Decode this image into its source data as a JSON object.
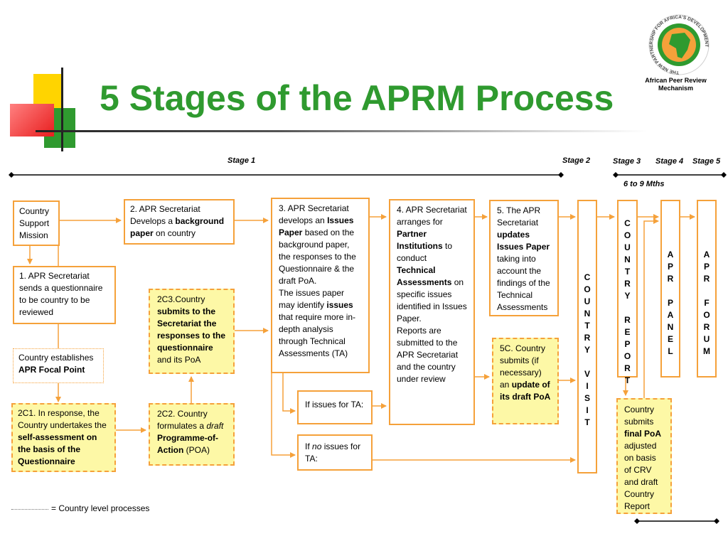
{
  "slide": {
    "title": "5 Stages of the APRM Process",
    "logo": {
      "ring_text": "THE NEW PARTNERSHIP FOR AFRICA'S DEVELOPMENT",
      "caption_line1": "African Peer Review",
      "caption_line2": "Mechanism",
      "accent_green": "#2f9a2f",
      "accent_orange": "#f5a13a"
    },
    "stages": {
      "stage1": "Stage 1",
      "stage2": "Stage 2",
      "stage3": "Stage 3",
      "stage4": "Stage 4",
      "stage5": "Stage 5",
      "duration": "6 to 9 Mths"
    },
    "boxes": {
      "country_support": "Country Support Mission",
      "step1": "1.    APR Secretariat sends a questionnaire to be country to be reviewed",
      "focal_point_a": "Country establishes ",
      "focal_point_b": "APR Focal Point",
      "step2c1_a": "2C1.   In response, the Country undertakes the ",
      "step2c1_b": "self-assessment on the basis of the Questionnaire",
      "step2_a": "2.     APR Secretariat Develops a ",
      "step2_b": "background paper",
      "step2_c": " on country",
      "step2c3_a": "2C3.Country ",
      "step2c3_b": "submits to the Secretariat the responses to the questionnaire",
      "step2c3_c": " and its PoA",
      "step2c2_a": "2C2. Country formulates a ",
      "step2c2_b": "draft",
      "step2c2_c": "Programme-of-Action",
      "step2c2_d": " (POA)",
      "step3_a": "3. APR Secretariat develops an ",
      "step3_b": "Issues Paper",
      "step3_c": " based on the background paper, the responses to the Questionnaire & the draft PoA.",
      "step3_d": "The issues paper may identify ",
      "step3_e": "issues",
      "step3_f": " that require more in-depth analysis through Technical Assessments (TA)",
      "ta_yes": "If issues for TA:",
      "ta_no_a": "If ",
      "ta_no_b": "no",
      "ta_no_c": " issues for TA:",
      "step4_a": "4. APR Secretariat arranges for ",
      "step4_b": "Partner Institutions",
      "step4_c": " to conduct ",
      "step4_d": "Technical Assessments",
      "step4_e": " on specific issues identified in Issues Paper.",
      "step4_f": "Reports are submitted to the APR Secretariat and the country under review",
      "step5_a": "5. The APR Secretariat ",
      "step5_b": "updates Issues Paper",
      "step5_c": " taking into account the findings of the Technical Assessments",
      "step5c_a": "5C. Country submits (if necessary) an ",
      "step5c_b": "update of its draft PoA",
      "country_visit": "C\nO\nU\nN\nT\nR\nY\n\nV\nI\nS\nI\nT",
      "country_report": "C\nO\nU\nN\nT\nR\nY\n\nR\nE\nP\nO\nR\nT",
      "apr_panel": "A\nP\nR\n\nP\nA\nN\nE\nL",
      "apr_forum": "A\nP\nR\n\nF\nO\nR\nU\nM",
      "final_poa_a": "Country submits ",
      "final_poa_b": "final  PoA",
      "final_poa_c": " adjusted on basis of CRV and draft Country Report"
    },
    "legend": "= Country level processes"
  }
}
